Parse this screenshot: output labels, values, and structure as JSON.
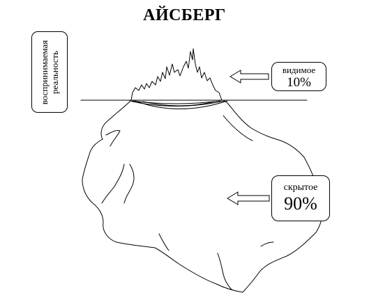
{
  "title": "АЙСБЕРГ",
  "perceived": {
    "line1": "воспринимаемая",
    "line2": "реальность"
  },
  "visible": {
    "word": "видимое",
    "percent": "10%"
  },
  "hidden": {
    "word": "скрытое",
    "percent": "90%"
  },
  "colors": {
    "stroke": "#000000",
    "background": "#ffffff"
  }
}
